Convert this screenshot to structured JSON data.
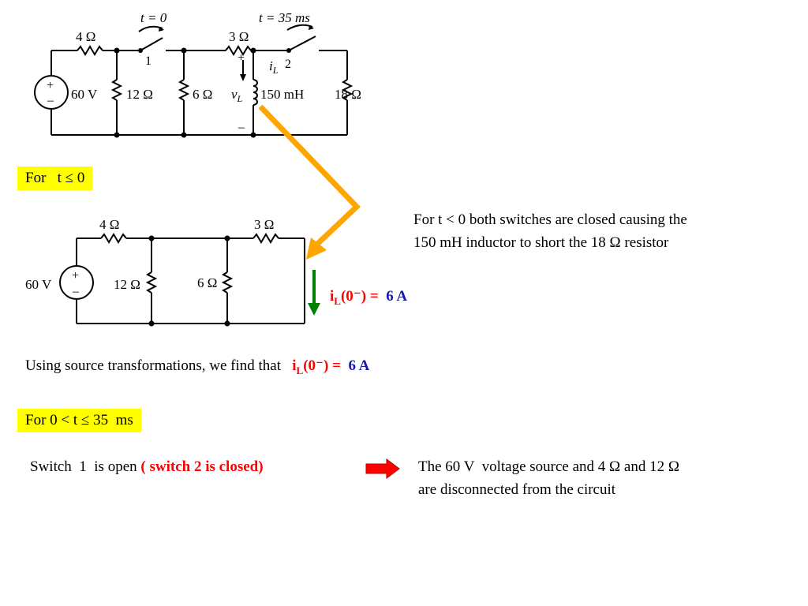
{
  "colors": {
    "highlight": "#ffff00",
    "red": "#ff0000",
    "blue": "#1a1aa8",
    "orange": "#ffa500",
    "green": "#008000"
  },
  "circuit1": {
    "t0": "t = 0",
    "t35": "t = 35 ms",
    "r4": "4 Ω",
    "r3": "3 Ω",
    "v": "60 V",
    "r12": "12 Ω",
    "r6": "6 Ω",
    "vl": "v",
    "vl_sub": "L",
    "ind": "150 mH",
    "r18": "18 Ω",
    "il": "i",
    "il_sub": "L",
    "sw1": "1",
    "sw2": "2",
    "plus": "+",
    "minus": "–",
    "src_plus": "+",
    "src_minus": "–"
  },
  "circuit2": {
    "r4": "4 Ω",
    "r3": "3 Ω",
    "v": "60 V",
    "r12": "12 Ω",
    "r6": "6 Ω",
    "src_plus": "+",
    "src_minus": "–"
  },
  "box1": "For   t ≤ 0",
  "note1": {
    "line1": "For t < 0 both switches are closed causing the",
    "line2": "150 mH inductor to short the 18 Ω resistor"
  },
  "il_eq": {
    "i": "i",
    "sub": "L",
    "rest": "(0⁻) =",
    "val": "6 A"
  },
  "source_line": {
    "text": "Using source transformations, we find that",
    "i": "i",
    "sub": "L",
    "rest": "(0⁻) =",
    "val": "6 A"
  },
  "box2": "For 0 < t ≤ 35  ms",
  "switch_line": {
    "prefix": "Switch  1  is open",
    "red": "( switch 2 is closed)"
  },
  "note2": {
    "line1": "The 60 V  voltage source and 4 Ω and 12 Ω",
    "line2": "are disconnected from the circuit"
  }
}
